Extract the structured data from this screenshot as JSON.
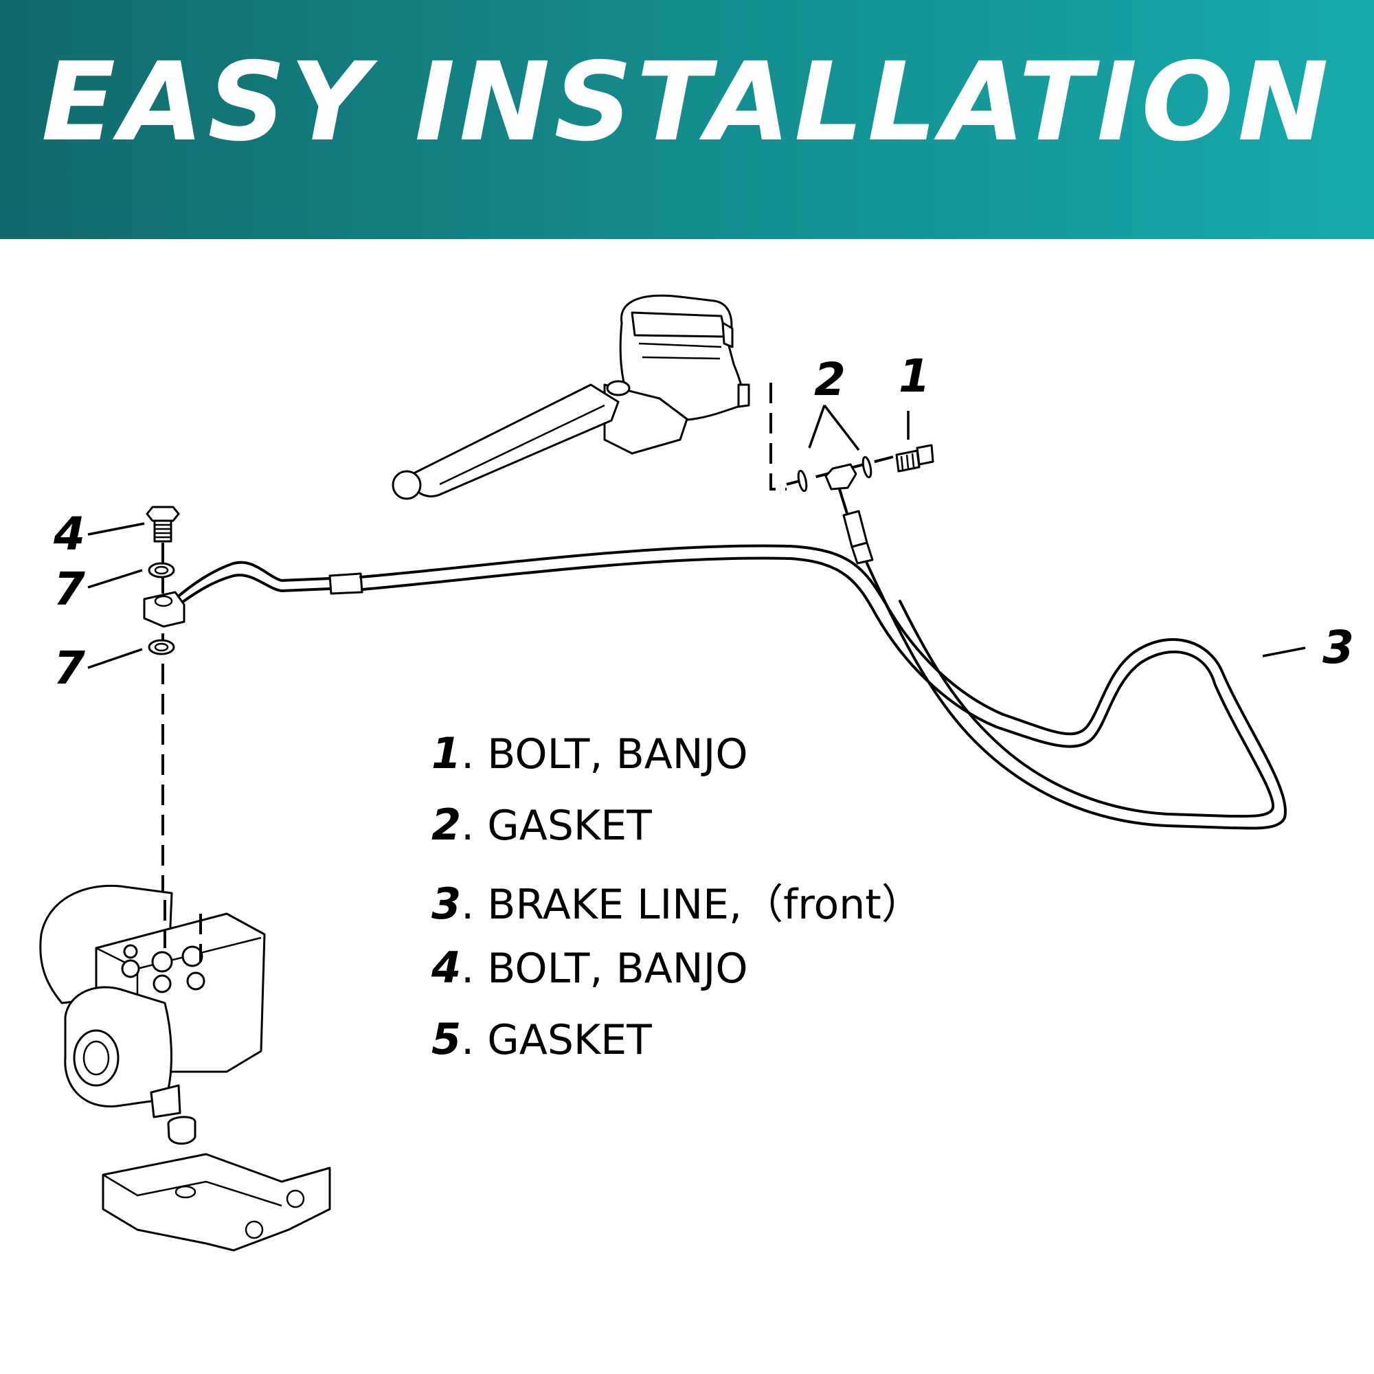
{
  "banner": {
    "title": "EASY INSTALLATION",
    "color_start": "#116a6c",
    "color_end": "#17aaaa"
  },
  "callouts": {
    "c1": "1",
    "c2": "2",
    "c3": "3",
    "c4": "4",
    "c7_upper": "7",
    "c7_lower": "7"
  },
  "legend": [
    {
      "num": "1",
      "text": ". BOLT, BANJO"
    },
    {
      "num": "2",
      "text": ". GASKET"
    },
    {
      "num": "3",
      "text": ". BRAKE LINE,（front）"
    },
    {
      "num": "4",
      "text": ". BOLT, BANJO"
    },
    {
      "num": "5",
      "text": ". GASKET"
    }
  ]
}
